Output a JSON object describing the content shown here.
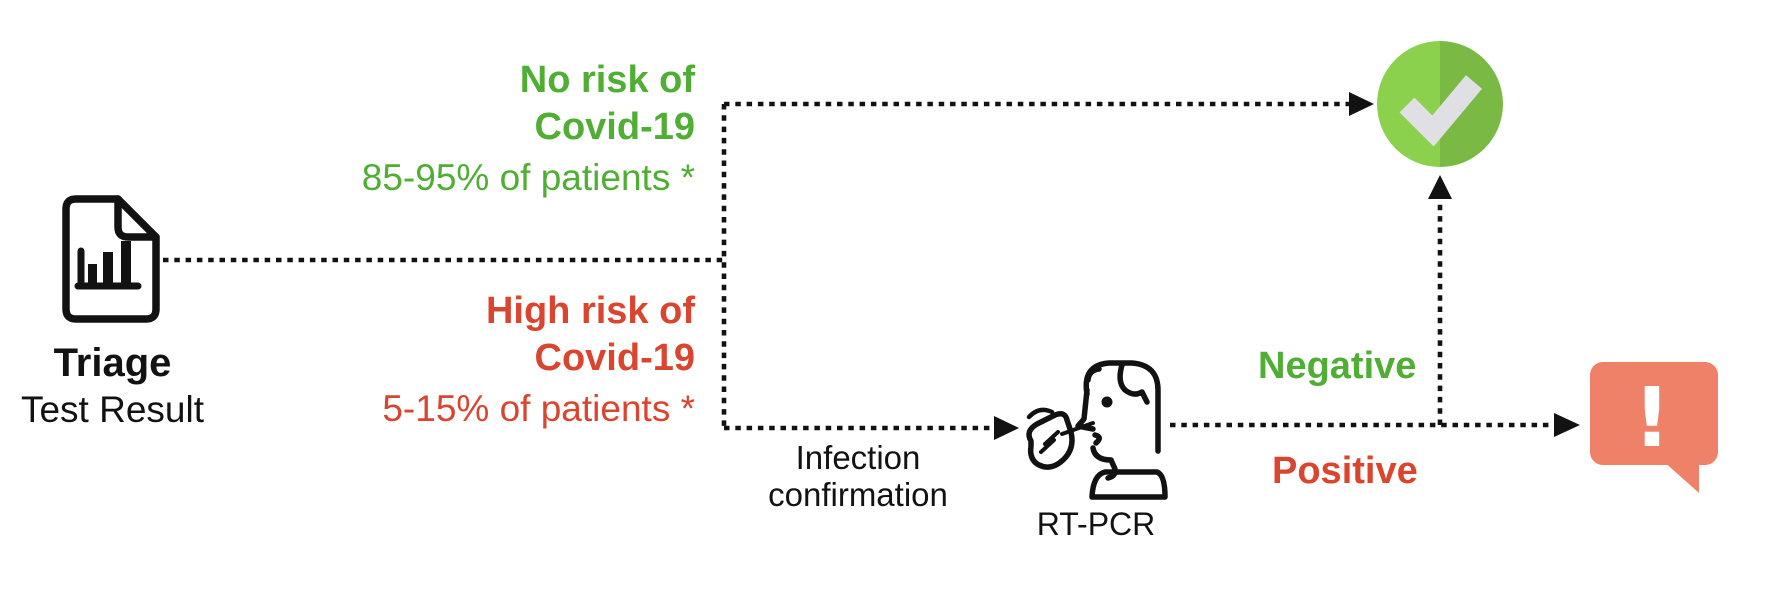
{
  "colors": {
    "green": "#4fae33",
    "red": "#d9452f",
    "salmon": "#ef8168",
    "ink": "#121212",
    "circle_left": "#8bd14d",
    "circle_right": "#7aba44",
    "check": "#dfdfe4",
    "white": "#ffffff"
  },
  "source": {
    "title": "Triage",
    "subtitle": "Test Result",
    "icon": "report-bar-chart-icon"
  },
  "branch_no_risk": {
    "line1": "No risk of",
    "line2": "Covid-19",
    "stat": "85-95% of patients *"
  },
  "branch_high_risk": {
    "line1": "High risk of",
    "line2": "Covid-19",
    "stat": "5-15% of patients *"
  },
  "confirmation": {
    "line1": "Infection",
    "line2": "confirmation",
    "test": "RT-PCR",
    "icon": "nasal-swab-test-icon"
  },
  "outcomes": {
    "negative": "Negative",
    "positive": "Positive",
    "success_icon": "check-circle-icon",
    "alert_icon": "exclamation-speech-bubble-icon",
    "alert_glyph": "!"
  }
}
